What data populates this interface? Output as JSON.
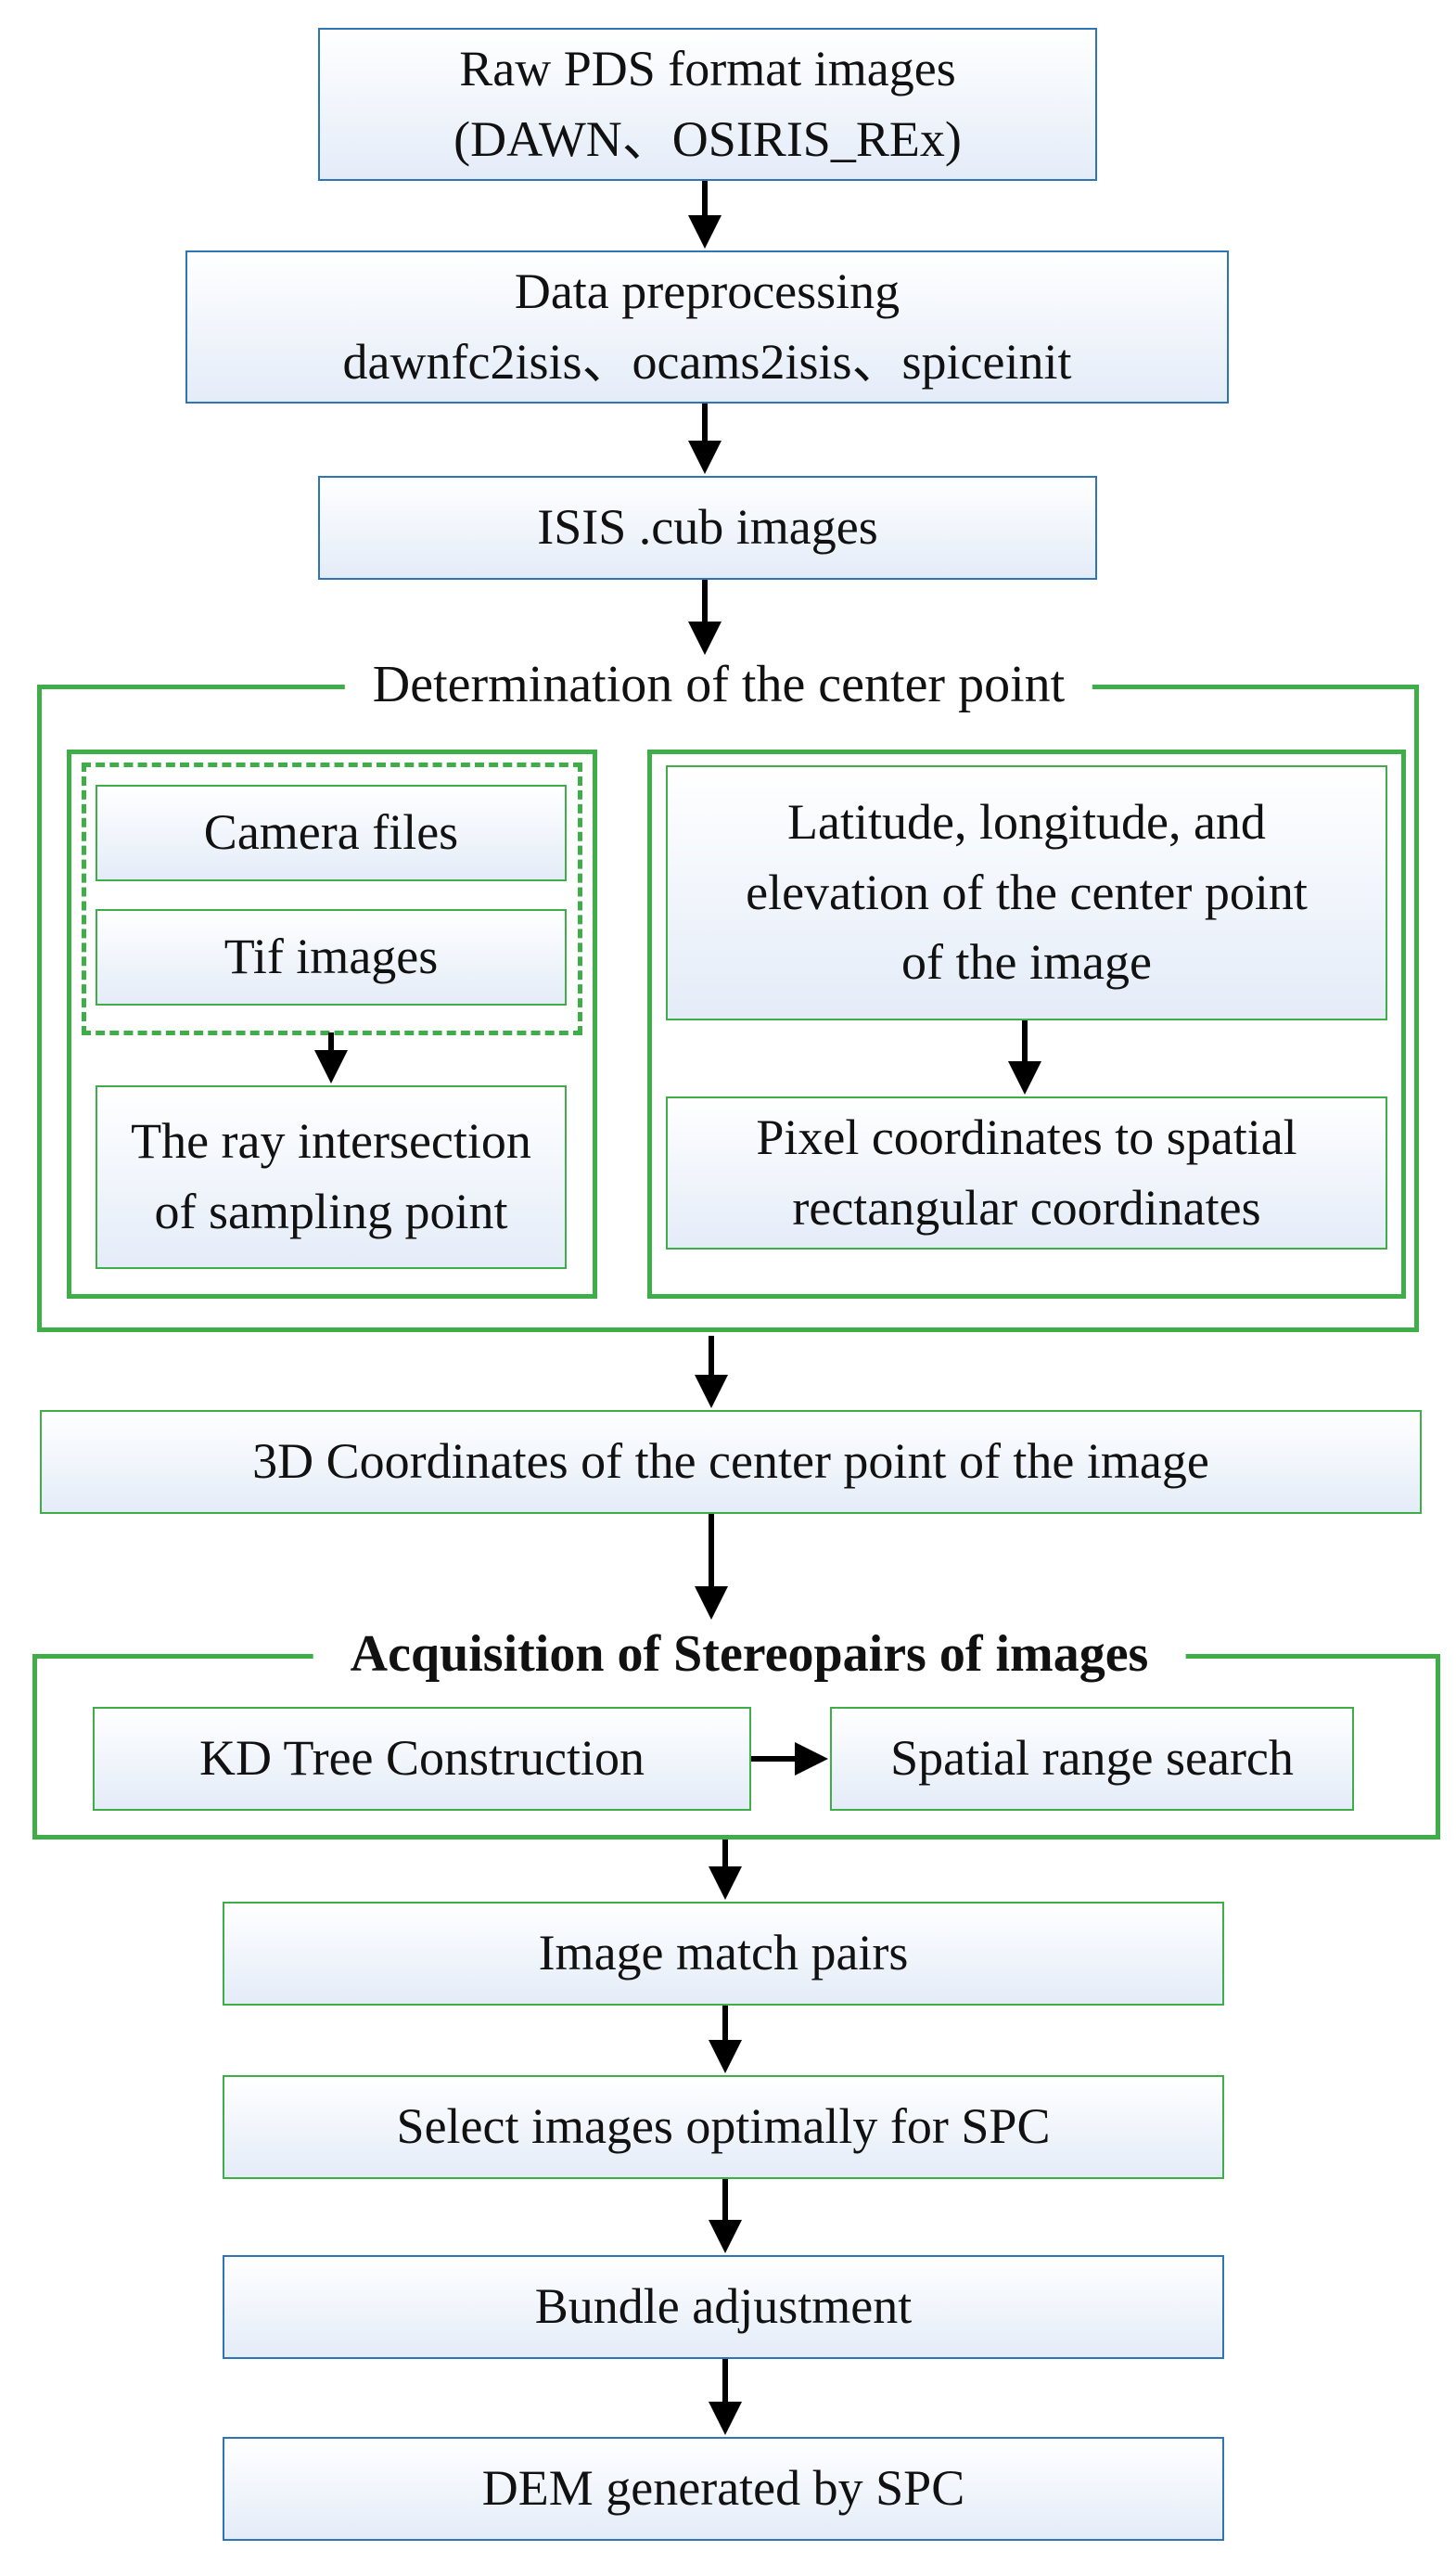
{
  "nodes": {
    "raw_pds": {
      "line1": "Raw PDS format images",
      "line2": "(DAWN、OSIRIS_REx)"
    },
    "preprocessing": {
      "line1": "Data preprocessing",
      "line2": "dawnfc2isis、ocams2isis、spiceinit"
    },
    "isis_cub": {
      "line1": "ISIS .cub images"
    },
    "camera_files": {
      "line1": "Camera files"
    },
    "tif_images": {
      "line1": "Tif images"
    },
    "ray_intersection": {
      "line1": "The ray intersection",
      "line2": "of sampling point"
    },
    "lat_lon_elev": {
      "line1": "Latitude, longitude, and",
      "line2": "elevation of the center point",
      "line3": "of the image"
    },
    "pixel_coords": {
      "line1": "Pixel coordinates to spatial",
      "line2": "rectangular coordinates"
    },
    "coords_3d": {
      "line1": "3D Coordinates of the center point of the image"
    },
    "kd_tree": {
      "line1": "KD Tree Construction"
    },
    "range_search": {
      "line1": "Spatial range search"
    },
    "match_pairs": {
      "line1": "Image match pairs"
    },
    "select_images": {
      "line1": "Select images optimally for SPC"
    },
    "bundle_adjustment": {
      "line1": "Bundle adjustment"
    },
    "dem": {
      "line1": "DEM generated by SPC"
    }
  },
  "groups": {
    "center_point": {
      "label": "Determination of the center point"
    },
    "stereopairs": {
      "label": "Acquisition of  Stereopairs of images"
    }
  },
  "colors": {
    "blue_border": "#2e75b6",
    "green_border": "#3fae49",
    "fill_bottom": "#e4ecf8",
    "arrow": "#000000"
  }
}
